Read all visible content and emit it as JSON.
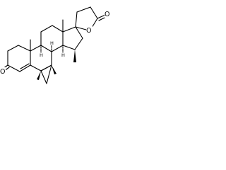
{
  "molecule": {
    "atom_labels": {
      "ketone_oxygen": "O",
      "lactone_ring_oxygen": "O",
      "lactone_carbonyl_oxygen": "O"
    },
    "stereo_hydrogen_labels": {
      "c8": "H",
      "c9": "H",
      "c14": "H"
    }
  }
}
